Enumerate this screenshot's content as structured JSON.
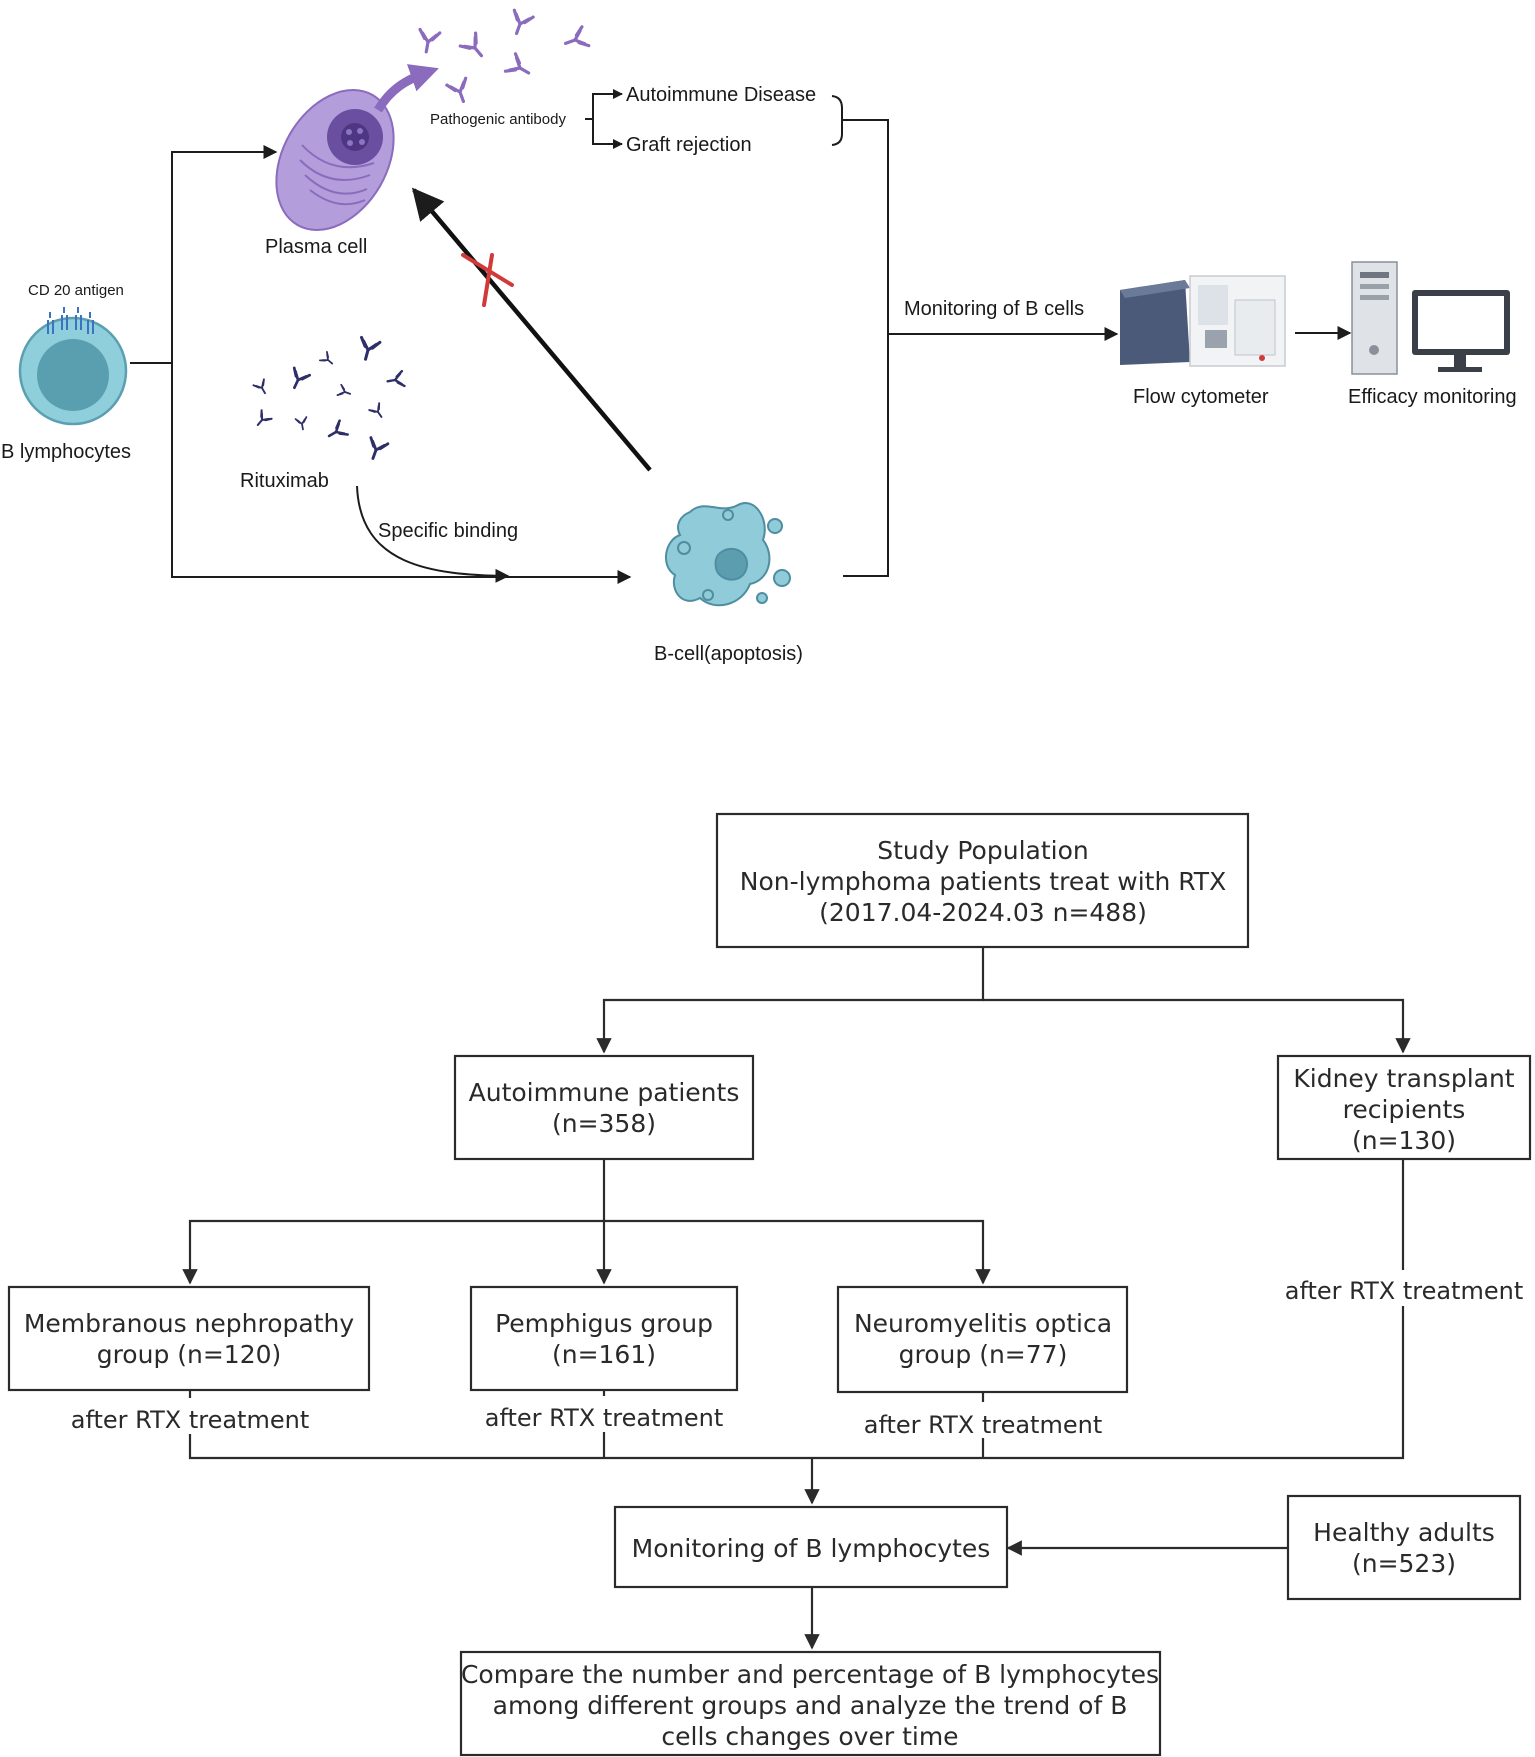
{
  "mechanism": {
    "cd20_label": "CD 20 antigen",
    "b_lymphocytes_label": "B lymphocytes",
    "plasma_cell_label": "Plasma cell",
    "pathogenic_antibody_label": "Pathogenic antibody",
    "autoimmune_disease_label": "Autoimmune Disease",
    "graft_rejection_label": "Graft rejection",
    "rituximab_label": "Rituximab",
    "specific_binding_label": "Specific binding",
    "apoptosis_label": "B-cell(apoptosis)",
    "monitoring_b_cells_label": "Monitoring of B cells",
    "flow_cytometer_label": "Flow cytometer",
    "efficacy_monitoring_label": "Efficacy monitoring"
  },
  "flowchart": {
    "study_population": [
      "Study Population",
      "Non-lymphoma patients treat with RTX",
      "(2017.04-2024.03 n=488)"
    ],
    "autoimmune": [
      "Autoimmune patients",
      "(n=358)"
    ],
    "kidney": [
      "Kidney transplant",
      "recipients",
      "(n=130)"
    ],
    "membranous": [
      "Membranous nephropathy",
      "group  (n=120)"
    ],
    "pemphigus": [
      "Pemphigus group",
      "(n=161)"
    ],
    "neuromyelitis": [
      "Neuromyelitis optica",
      "group  (n=77)"
    ],
    "after_rtx_membranous": "after RTX treatment",
    "after_rtx_pemphigus": "after RTX treatment",
    "after_rtx_neuromyelitis": "after RTX treatment",
    "after_rtx_kidney": "after RTX treatment",
    "monitoring": "Monitoring of B lymphocytes",
    "healthy": [
      "Healthy adults",
      "(n=523)"
    ],
    "compare": [
      "Compare the number and percentage of B lymphocytes",
      "among different groups and analyze the trend of B",
      "cells changes over time"
    ]
  },
  "colors": {
    "plasma_cell": "#a78fd0",
    "plasma_nucleus": "#6a4ea0",
    "antibody_purple": "#8a6bbd",
    "antibody_navy": "#2d2f66",
    "b_cell_outer": "#8fcfdc",
    "b_cell_inner": "#5a9fb0",
    "apoptosis": "#8fcbd8",
    "cross_red": "#d23a3a",
    "lines": "#2b2b2b"
  }
}
